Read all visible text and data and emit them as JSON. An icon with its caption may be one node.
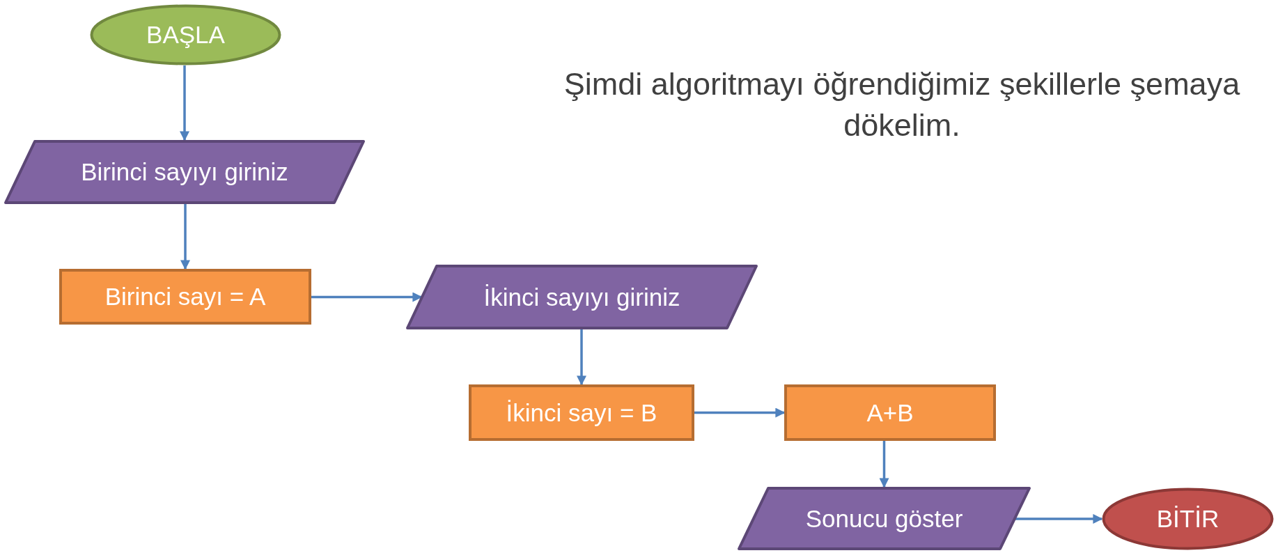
{
  "diagram": {
    "nodes": [
      {
        "text": [
          "BAŞLA"
        ]
      },
      {
        "text": [
          "Birinci sayıyı giriniz"
        ]
      },
      {
        "text": [
          "Birinci sayı = A"
        ]
      },
      {
        "text": [
          "İkinci sayıyı giriniz"
        ]
      },
      {
        "text": [
          "İkinci sayı = B"
        ]
      },
      {
        "text": [
          "A+B"
        ]
      },
      {
        "text": [
          "Sonucu göster"
        ]
      },
      {
        "text": [
          "BİTİR"
        ]
      }
    ],
    "edges": [
      {
        "from": 0,
        "to": 1,
        "arrow": "to"
      },
      {
        "from": 1,
        "to": 2,
        "arrow": "to"
      },
      {
        "from": 2,
        "to": 3,
        "arrow": "to"
      },
      {
        "from": 3,
        "to": 4,
        "arrow": "to"
      },
      {
        "from": 4,
        "to": 5,
        "arrow": "to"
      },
      {
        "from": 5,
        "to": 6,
        "arrow": "to"
      },
      {
        "from": 6,
        "to": 7,
        "arrow": "to"
      }
    ],
    "labels": [
      "Şimdi algoritmayı öğrendiğimiz şekillerle şemaya dökelim."
    ]
  }
}
